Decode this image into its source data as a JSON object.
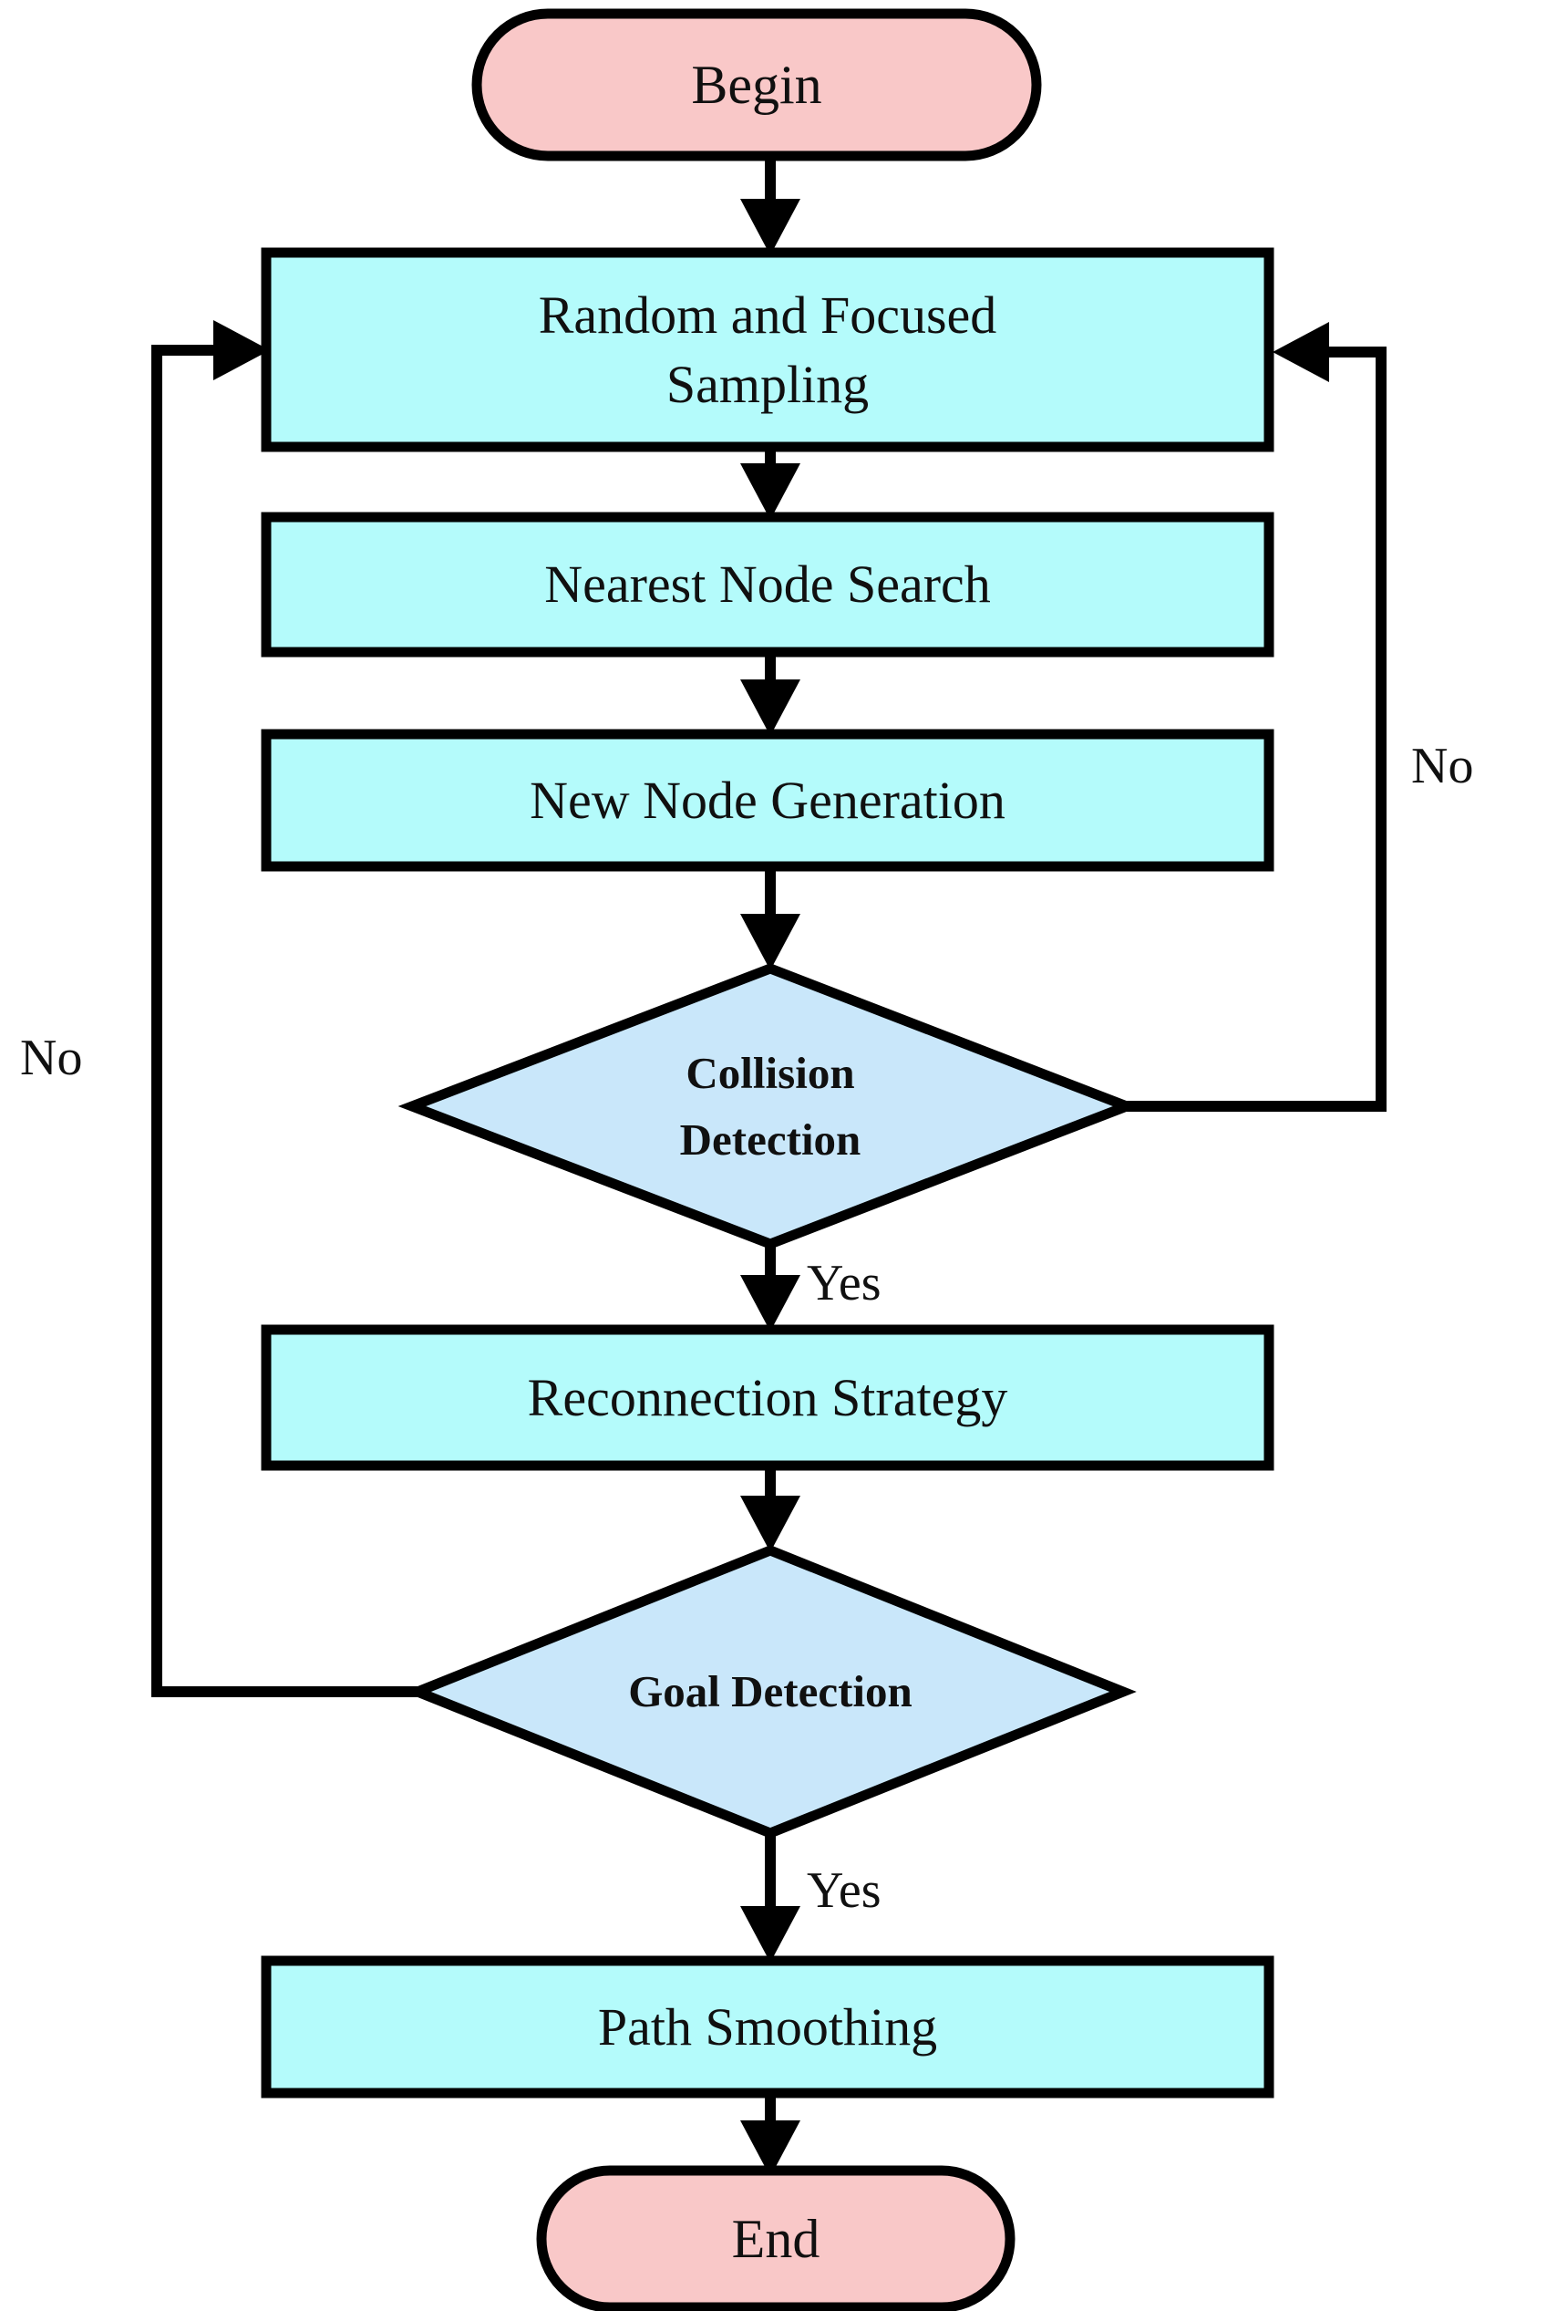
{
  "diagram_type": "flowchart",
  "colors": {
    "process_fill": "#b4fbfb",
    "decision_fill": "#c9e7fa",
    "terminator_fill": "#f9c8c8",
    "stroke": "#000000",
    "text": "#101010"
  },
  "nodes": [
    {
      "id": "begin",
      "type": "terminator",
      "label": "Begin"
    },
    {
      "id": "sampling",
      "type": "process",
      "label": "Random and Focused Sampling"
    },
    {
      "id": "nearest",
      "type": "process",
      "label": "Nearest Node Search"
    },
    {
      "id": "newnode",
      "type": "process",
      "label": "New Node Generation"
    },
    {
      "id": "collision",
      "type": "decision",
      "label": "Collision Detection"
    },
    {
      "id": "reconnect",
      "type": "process",
      "label": "Reconnection Strategy"
    },
    {
      "id": "goal",
      "type": "decision",
      "label": "Goal Detection"
    },
    {
      "id": "smoothing",
      "type": "process",
      "label": "Path Smoothing"
    },
    {
      "id": "end",
      "type": "terminator",
      "label": "End"
    }
  ],
  "edges": [
    {
      "from": "begin",
      "to": "sampling",
      "label": ""
    },
    {
      "from": "sampling",
      "to": "nearest",
      "label": ""
    },
    {
      "from": "nearest",
      "to": "newnode",
      "label": ""
    },
    {
      "from": "newnode",
      "to": "collision",
      "label": ""
    },
    {
      "from": "collision",
      "to": "reconnect",
      "label": "Yes"
    },
    {
      "from": "collision",
      "to": "sampling",
      "label": "No"
    },
    {
      "from": "reconnect",
      "to": "goal",
      "label": ""
    },
    {
      "from": "goal",
      "to": "smoothing",
      "label": "Yes"
    },
    {
      "from": "goal",
      "to": "sampling",
      "label": "No"
    },
    {
      "from": "smoothing",
      "to": "end",
      "label": ""
    }
  ]
}
